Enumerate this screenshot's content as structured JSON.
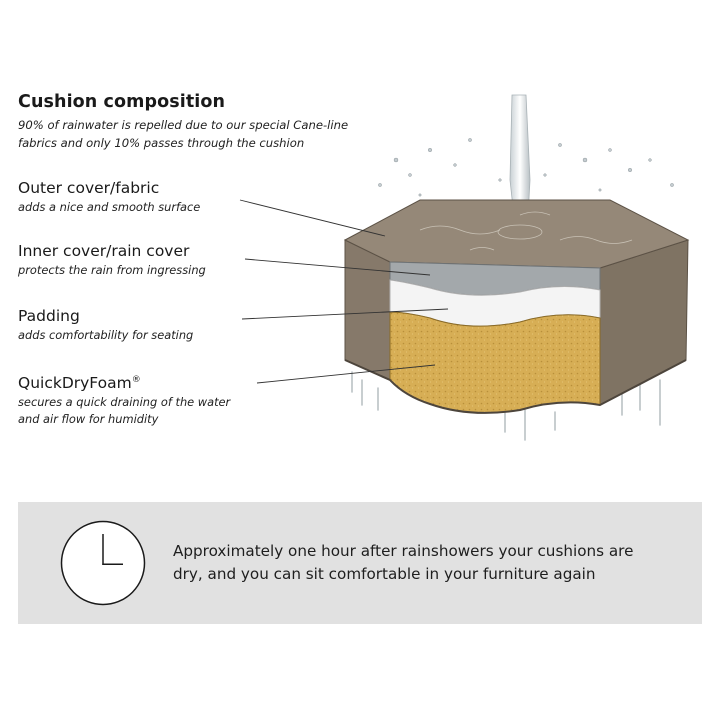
{
  "heading": {
    "title": "Cushion composition",
    "subtitle": "90% of rainwater is repelled due to our special Cane-line fabrics and only 10% passes through the cushion"
  },
  "layers": [
    {
      "title": "Outer cover/fabric",
      "description": "adds a nice and smooth surface"
    },
    {
      "title": "Inner cover/rain cover",
      "description": "protects the rain from ingressing"
    },
    {
      "title": "Padding",
      "description": "adds comfortability for seating"
    },
    {
      "title": "QuickDryFoam",
      "trademark": "®",
      "description_line1": "secures a quick draining of the water",
      "description_line2": "and air flow for humidity"
    }
  ],
  "info_banner": {
    "icon": "clock-icon",
    "line1": "Approximately one hour after rainshowers your cushions are",
    "line2": "dry, and you can sit comfortable in your furniture again"
  },
  "colors": {
    "fabric": "#8a7d6c",
    "rain_cover": "#9ea3a6",
    "padding": "#f2f2f2",
    "foam": "#d9b25a",
    "banner": "#e1e1e1"
  }
}
